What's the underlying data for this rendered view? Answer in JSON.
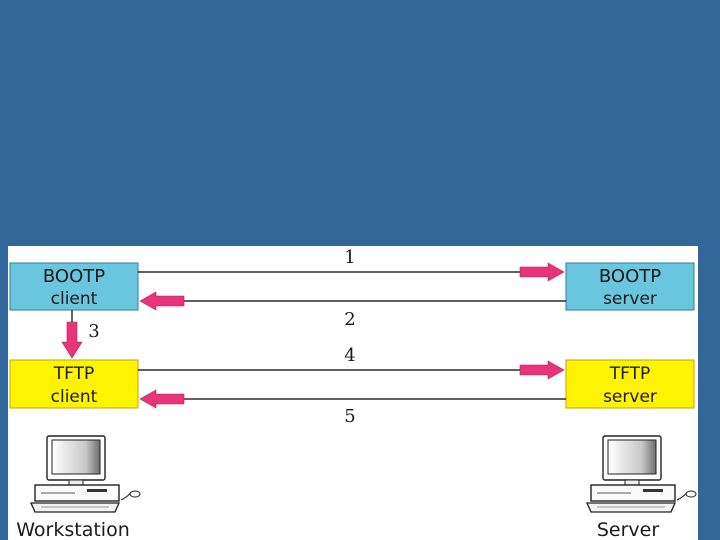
{
  "colors": {
    "slide_background": "#33679a",
    "bootp_box": "#6ac6de",
    "tftp_box": "#fff400",
    "arrow": "#e8347a",
    "line": "#000000"
  },
  "boxes": {
    "bootp_client": {
      "line1": "BOOTP",
      "line2": "client"
    },
    "bootp_server": {
      "line1": "BOOTP",
      "line2": "server"
    },
    "tftp_client": {
      "line1": "TFTP",
      "line2": "client"
    },
    "tftp_server": {
      "line1": "TFTP",
      "line2": "server"
    }
  },
  "steps": {
    "s1": "1",
    "s2": "2",
    "s3": "3",
    "s4": "4",
    "s5": "5"
  },
  "icons": {
    "workstation": "computer-icon",
    "server": "computer-icon"
  },
  "captions": {
    "workstation": "Workstation",
    "server": "Server"
  }
}
